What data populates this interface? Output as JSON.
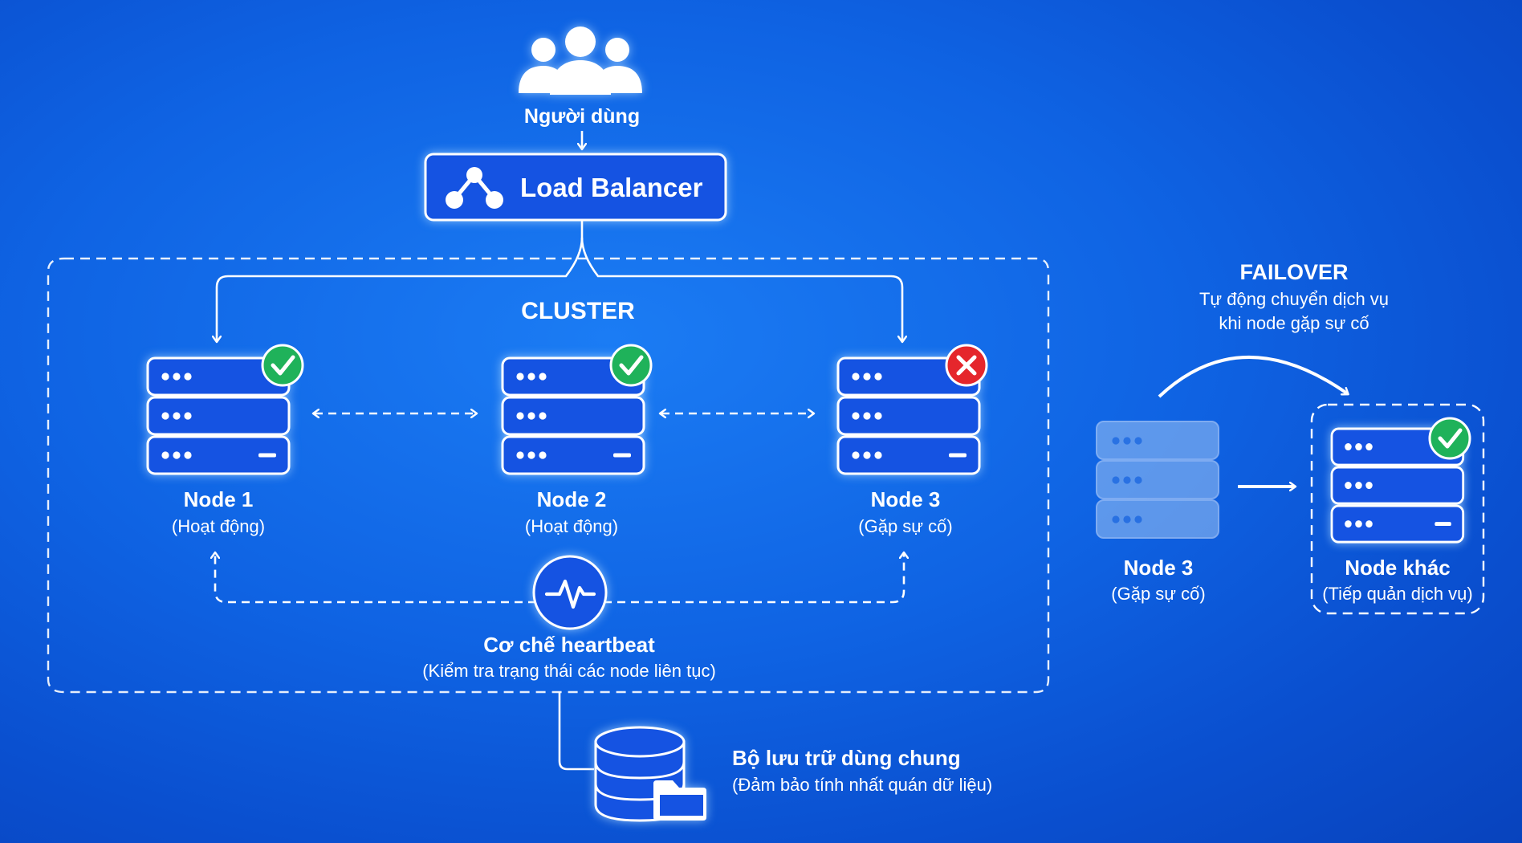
{
  "users": {
    "label": "Người dùng",
    "icon": "users-icon"
  },
  "load_balancer": {
    "label": "Load Balancer",
    "icon": "load-balancer-icon"
  },
  "cluster": {
    "title": "CLUSTER"
  },
  "nodes": [
    {
      "name": "Node 1",
      "status": "(Hoạt động)",
      "state": "ok"
    },
    {
      "name": "Node 2",
      "status": "(Hoạt động)",
      "state": "ok"
    },
    {
      "name": "Node 3",
      "status": "(Gặp sự cố)",
      "state": "error"
    }
  ],
  "heartbeat": {
    "title": "Cơ chế heartbeat",
    "subtitle": "(Kiểm tra trạng thái các node liên tục)",
    "icon": "heartbeat-icon"
  },
  "storage": {
    "title": "Bộ lưu trữ dùng chung",
    "subtitle": "(Đảm bảo tính nhất quán dữ liệu)",
    "icon": "database-icon"
  },
  "failover": {
    "title": "FAILOVER",
    "line1": "Tự động chuyển dịch vụ",
    "line2": "khi node gặp sự cố",
    "failed_node": {
      "name": "Node 3",
      "status": "(Gặp sự cố)"
    },
    "target_node": {
      "name": "Node khác",
      "status": "(Tiếp quản dịch vụ)"
    }
  },
  "colors": {
    "ok": "#1fb25a",
    "error": "#e5262c",
    "server_fill": "#1553e2",
    "background": "#0f63e3"
  }
}
